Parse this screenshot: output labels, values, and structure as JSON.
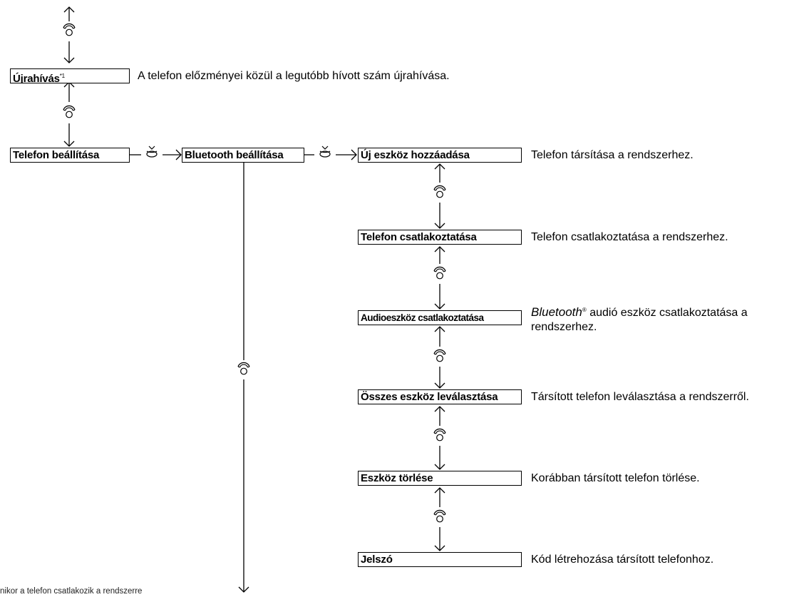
{
  "redial": {
    "label": "Újrahívás",
    "note_marker": "*1",
    "description": "A telefon előzményei közül a legutóbb hívott szám újrahívása."
  },
  "phone_settings": {
    "label": "Telefon beállítása"
  },
  "bluetooth_settings": {
    "label": "Bluetooth beállítása"
  },
  "bluetooth_menu": [
    {
      "label": "Új eszköz hozzáadása",
      "description": "Telefon társítása a rendszerhez."
    },
    {
      "label": "Telefon csatlakoztatása",
      "description": "Telefon csatlakoztatása a rendszerhez."
    },
    {
      "label": "Audioeszköz csatlakoztatása",
      "brand": "Bluetooth",
      "brand_mark": "®",
      "description": " audió eszköz csatlakoztatása a rendszerhez."
    },
    {
      "label": "Összes eszköz leválasztása",
      "description": "Társított telefon leválasztása a rendszerről."
    },
    {
      "label": "Eszköz törlése",
      "description": "Korábban társított telefon törlése."
    },
    {
      "label": "Jelszó",
      "description": "Kód létrehozása társított telefonhoz."
    }
  ],
  "footnote": "nikor a telefon csatlakozik a rendszerre",
  "icons": {
    "rotate": "rotate-knob-icon",
    "press": "press-knob-icon"
  }
}
